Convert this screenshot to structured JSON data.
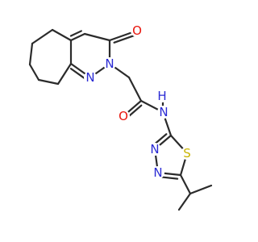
{
  "molecule": {
    "atoms": {
      "o_ketone": {
        "label": "O",
        "color": "#e8140c"
      },
      "n_ring_a": {
        "label": "N",
        "color": "#2a2ad4"
      },
      "n_ring_b": {
        "label": "N",
        "color": "#2a2ad4"
      },
      "o_amide": {
        "label": "O",
        "color": "#e8140c"
      },
      "n_amide": {
        "label": "N",
        "color": "#2a2ad4"
      },
      "h_amide": {
        "label": "H",
        "color": "#2a2ad4"
      },
      "n_thiadiazole_a": {
        "label": "N",
        "color": "#2a2ad4"
      },
      "n_thiadiazole_b": {
        "label": "N",
        "color": "#2a2ad4"
      },
      "s_thiadiazole": {
        "label": "S",
        "color": "#c8b400"
      }
    }
  }
}
